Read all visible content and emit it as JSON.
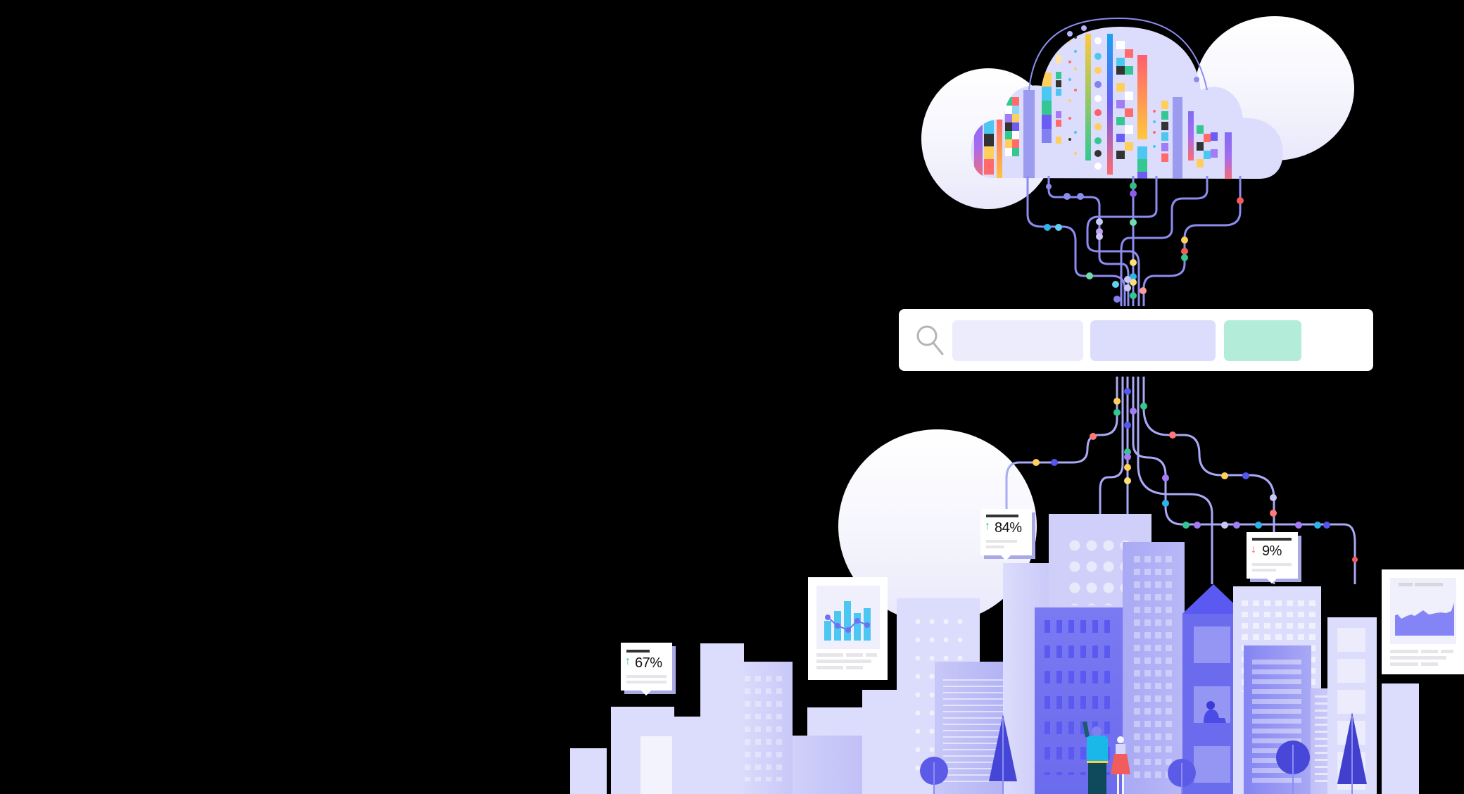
{
  "scene": {
    "description": "Cloud data search illustration",
    "background": "#000000",
    "accent_colors": {
      "wire": "#8c8cf0",
      "building_light": "#dcdcfc",
      "building_mid": "#a9a9f5",
      "building_dark": "#6666ee",
      "search_field_1": "#ececfd",
      "search_field_2": "#dcdcfd",
      "search_button": "#b3ecd8",
      "up_arrow": "#22c38e",
      "down_arrow": "#f25c5c"
    }
  },
  "search_bar": {
    "icon": "search-icon",
    "query_placeholder": "",
    "filter_placeholder": "",
    "button_label": ""
  },
  "stat_cards": [
    {
      "value": "67%",
      "trend": "up",
      "arrow": "↑"
    },
    {
      "value": "84%",
      "trend": "up",
      "arrow": "↑"
    },
    {
      "value": "9%",
      "trend": "down",
      "arrow": "↓"
    }
  ],
  "report_docs": [
    {
      "type": "bar-line-chart"
    },
    {
      "type": "area-chart"
    }
  ]
}
